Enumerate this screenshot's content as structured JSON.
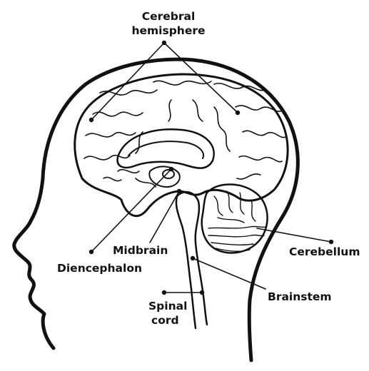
{
  "labels": {
    "cerebral_hemisphere_line1": "Cerebral",
    "cerebral_hemisphere_line2": "hemisphere",
    "midbrain": "Midbrain",
    "diencephalon": "Diencephalon",
    "cerebellum": "Cerebellum",
    "brainstem": "Brainstem",
    "spinal_cord_line1": "Spinal",
    "spinal_cord_line2": "cord"
  },
  "colors": {
    "ink": "#111111",
    "background": "#ffffff"
  }
}
